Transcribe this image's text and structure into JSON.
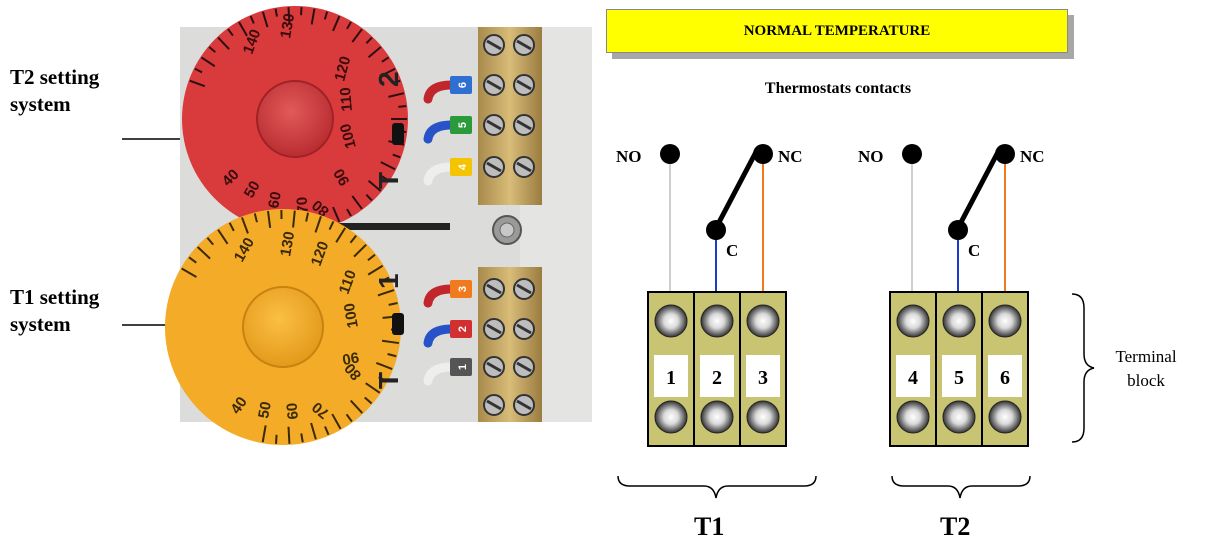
{
  "labels": {
    "t2_setting": [
      "T2 setting",
      "system"
    ],
    "t1_setting": [
      "T1 setting",
      "system"
    ]
  },
  "banner": "NORMAL TEMPERATURE",
  "subtitle": "Thermostats contacts",
  "contacts": {
    "no": "NO",
    "nc": "NC",
    "c": "C"
  },
  "terminals": [
    "1",
    "2",
    "3",
    "4",
    "5",
    "6"
  ],
  "terminal_block_label": [
    "Terminal",
    "block"
  ],
  "groups": [
    "T1",
    "T2"
  ],
  "photo": {
    "t2_dial_marks": [
      "140",
      "130",
      "120",
      "110",
      "100",
      "90",
      "80",
      "70",
      "60",
      "50",
      "40"
    ],
    "t1_dial_marks": [
      "140",
      "130",
      "120",
      "110",
      "100",
      "90",
      "80",
      "70",
      "60",
      "50",
      "40"
    ],
    "row_labels": [
      "2",
      "T",
      "1",
      "T"
    ],
    "wire_tags": [
      "6",
      "5",
      "4",
      "3",
      "2",
      "1"
    ]
  },
  "colors": {
    "banner": "#ffff00",
    "t2_dial": "#d93a3c",
    "t1_dial": "#f3ab28",
    "terminal_block": "#c9c472",
    "wire_no": "#cfcfcf",
    "wire_c": "#1f39c9",
    "wire_nc": "#f07a1d"
  }
}
